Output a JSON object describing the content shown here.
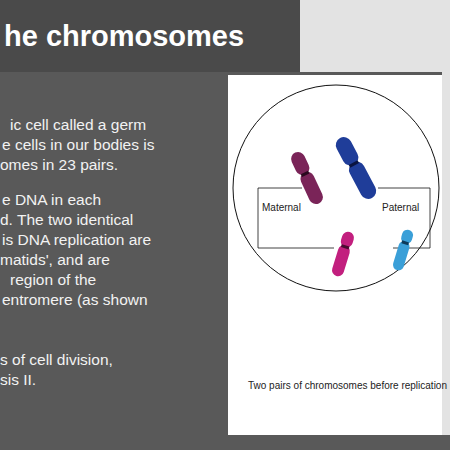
{
  "diagram": {
    "title": "he chromosomes",
    "caption": "Two pairs of chromosomes before replication",
    "nodes": [
      {
        "text": [
          "Maternal",
          "Paternal"
        ]
      }
    ],
    "labels": [
      "ic cell called a germ",
      "e cells in our bodies is",
      "omes in 23 pairs.",
      "e DNA in each",
      "d. The two identical",
      "is DNA replication are",
      "matids', and are",
      "region of the",
      "entromere (as shown",
      "s of cell division,",
      "sis II."
    ]
  }
}
